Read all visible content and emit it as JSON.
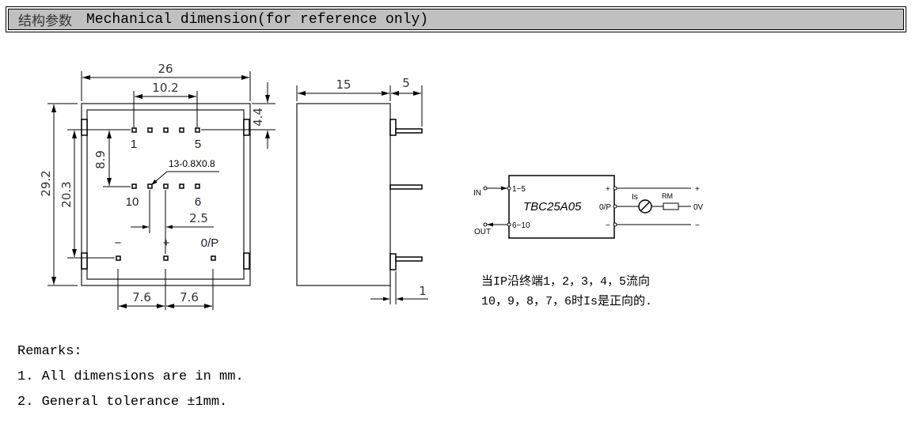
{
  "header": {
    "title_cn": "结构参数",
    "title_en": "Mechanical dimension(for reference only)",
    "background": "#c0c0c0"
  },
  "front_view": {
    "dimensions": {
      "width": "26",
      "pin_row_span": "10.2",
      "top_offset": "4.4",
      "height_total": "29.2",
      "height_inner": "20.3",
      "row_gap": "8.9",
      "pin_pitch": "2.5",
      "output_pitch_left": "7.6",
      "output_pitch_right": "7.6"
    },
    "pin_spec": "13-0.8X0.8",
    "pin_labels": {
      "pin1": "1",
      "pin5": "5",
      "pin10": "10",
      "pin6": "6",
      "minus": "−",
      "plus": "+",
      "output": "0/P"
    }
  },
  "side_view": {
    "dimensions": {
      "depth": "15",
      "pin_length": "5",
      "standoff": "1"
    }
  },
  "schematic": {
    "model": "TBC25A05",
    "in_label": "IN",
    "out_label": "OUT",
    "pin_in": "1−5",
    "pin_out": "6−10",
    "port_plus": "+",
    "port_op": "0/P",
    "port_minus": "−",
    "meter_label": "Is",
    "resistor_label": "RM",
    "rail_plus": "+",
    "rail_0v": "0V",
    "rail_minus": "−"
  },
  "note": {
    "line1": "当IP沿终端1，2，3，4，5流向",
    "line2": "10，9，8，7，6时Is是正向的."
  },
  "remarks": {
    "title": "Remarks:",
    "items": [
      "1. All dimensions are in mm.",
      "2. General tolerance ±1mm."
    ]
  }
}
